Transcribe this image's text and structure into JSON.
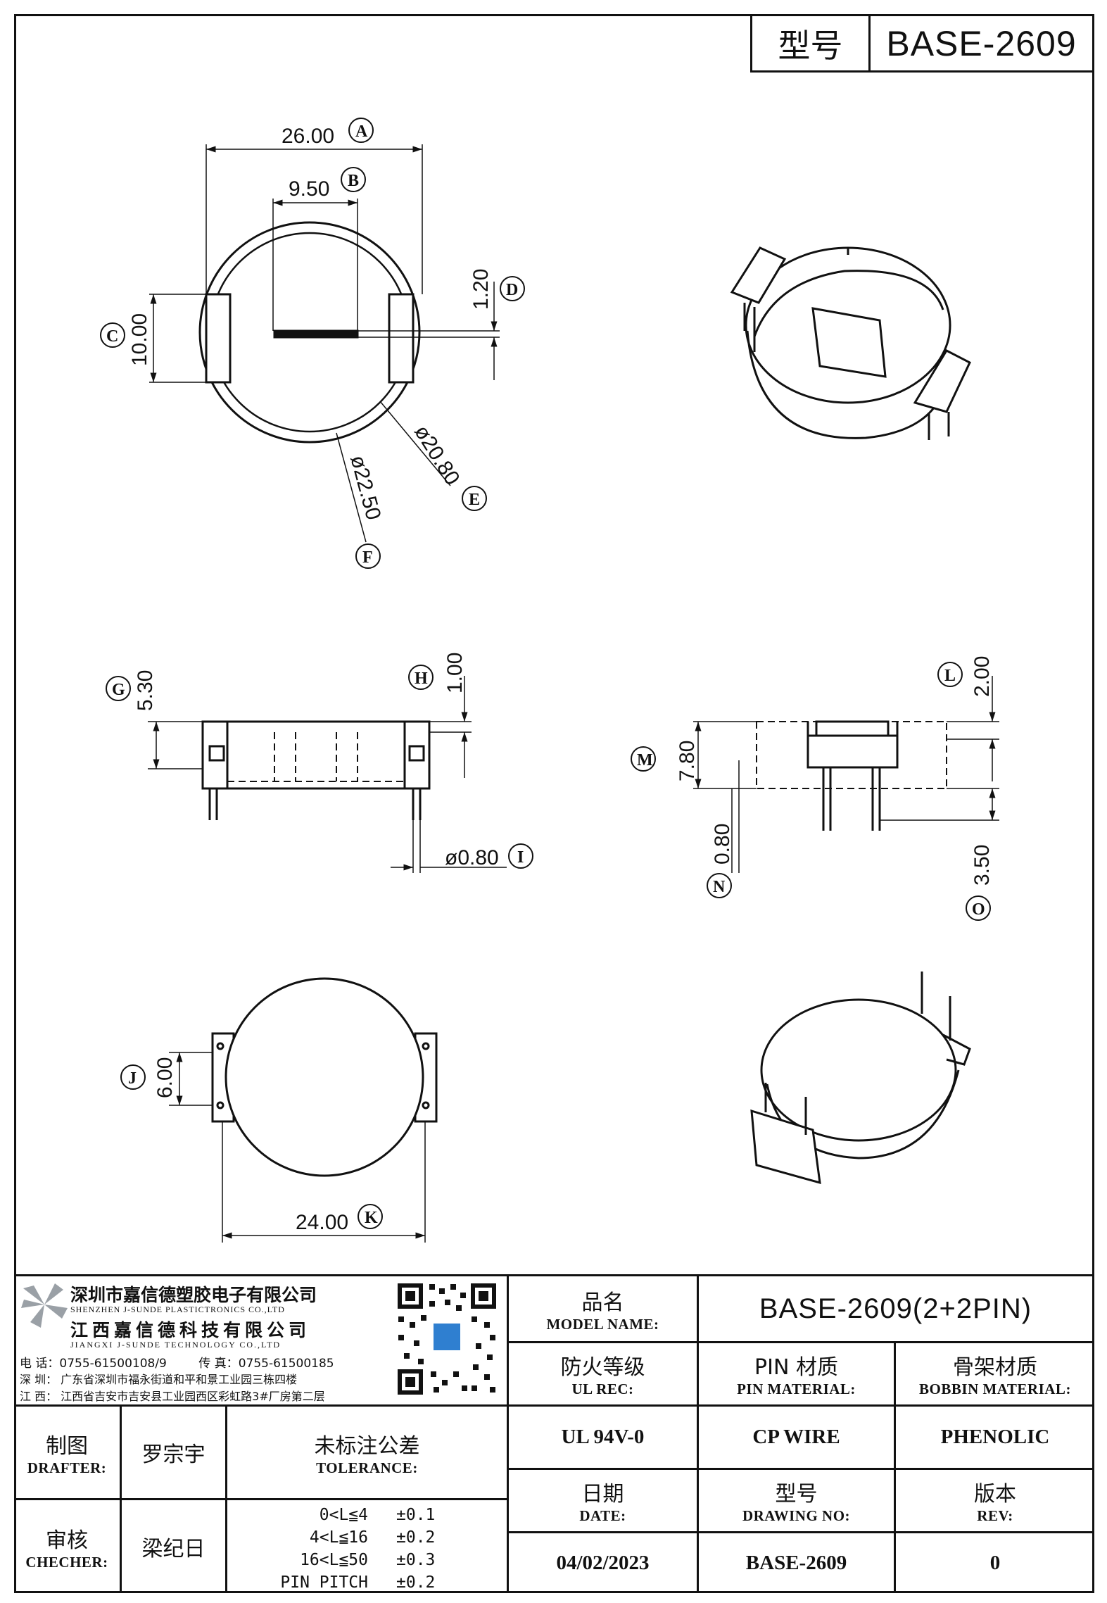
{
  "header": {
    "model_label": "型号",
    "model_value": "BASE-2609"
  },
  "dimensions": {
    "A": {
      "value": "26.00",
      "letter": "A"
    },
    "B": {
      "value": "9.50",
      "letter": "B"
    },
    "C": {
      "value": "10.00",
      "letter": "C"
    },
    "D": {
      "value": "1.20",
      "letter": "D"
    },
    "E": {
      "value": "ø20.80",
      "letter": "E"
    },
    "F": {
      "value": "ø22.50",
      "letter": "F"
    },
    "G": {
      "value": "5.30",
      "letter": "G"
    },
    "H": {
      "value": "1.00",
      "letter": "H"
    },
    "I": {
      "value": "ø0.80",
      "letter": "I"
    },
    "J": {
      "value": "6.00",
      "letter": "J"
    },
    "K": {
      "value": "24.00",
      "letter": "K"
    },
    "L": {
      "value": "2.00",
      "letter": "L"
    },
    "M": {
      "value": "7.80",
      "letter": "M"
    },
    "N": {
      "value": "0.80",
      "letter": "N"
    },
    "O": {
      "value": "3.50",
      "letter": "O"
    }
  },
  "company": {
    "name_sz": "深圳市嘉信德塑胶电子有限公司",
    "name_sz_en": "SHENZHEN J-SUNDE PLASTICTRONICS CO.,LTD",
    "name_jx": "江西嘉信德科技有限公司",
    "name_jx_en": "JIANGXI J-SUNDE TECHNOLOGY CO.,LTD",
    "phone_label": "电 话：",
    "phone": "0755-61500108/9",
    "fax_label": "传 真：",
    "fax": "0755-61500185",
    "addr_sz": "深 圳：  广东省深圳市福永街道和平和景工业园三栋四楼",
    "addr_jx": "江 西：  江西省吉安市吉安县工业园西区彩虹路3#厂房第二层"
  },
  "fields": {
    "model_name_cn": "品名",
    "model_name_en": "MODEL NAME:",
    "model_name_value": "BASE-2609(2+2PIN)",
    "ul_cn": "防火等级",
    "ul_en": "UL REC:",
    "ul_value": "UL 94V-0",
    "pin_cn": "PIN 材质",
    "pin_en": "PIN MATERIAL:",
    "pin_value": "CP WIRE",
    "bobbin_cn": "骨架材质",
    "bobbin_en": "BOBBIN MATERIAL:",
    "bobbin_value": "PHENOLIC",
    "date_cn": "日期",
    "date_en": "DATE:",
    "date_value": "04/02/2023",
    "drawing_cn": "型号",
    "drawing_en": "DRAWING NO:",
    "drawing_value": "BASE-2609",
    "rev_cn": "版本",
    "rev_en": "REV:",
    "rev_value": "0"
  },
  "people": {
    "drafter_cn": "制图",
    "drafter_en": "DRAFTER:",
    "drafter_name": "罗宗宇",
    "checker_cn": "审核",
    "checker_en": "CHECHER:",
    "checker_name": "梁纪日"
  },
  "tolerance": {
    "title_cn": "未标注公差",
    "title_en": "TOLERANCE:",
    "rows": [
      {
        "range": "0<L≦4",
        "tol": "±0.1"
      },
      {
        "range": "4<L≦16",
        "tol": "±0.2"
      },
      {
        "range": "16<L≦50",
        "tol": "±0.3"
      },
      {
        "range": "PIN PITCH",
        "tol": "±0.2"
      }
    ]
  }
}
